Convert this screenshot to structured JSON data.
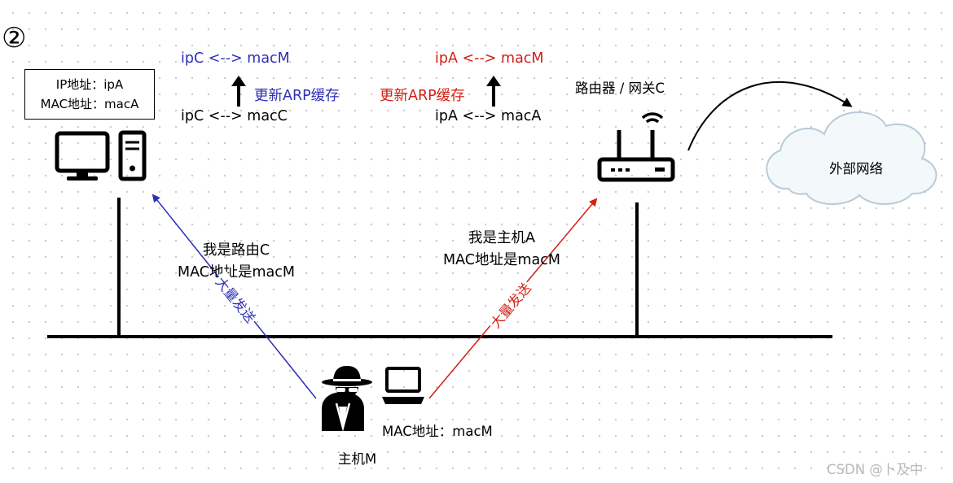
{
  "step_marker": "②",
  "host_a": {
    "info_line1": "IP地址：ipA",
    "info_line2": "MAC地址：macA"
  },
  "host_a_arp": {
    "new_entry": "ipC <--> macM",
    "update_label": "更新ARP缓存",
    "old_entry": "ipC <--> macC"
  },
  "router_arp": {
    "new_entry": "ipA <--> macM",
    "update_label": "更新ARP缓存",
    "old_entry": "ipA <--> macA"
  },
  "router": {
    "label": "路由器 / 网关C"
  },
  "cloud": {
    "label": "外部网络"
  },
  "message_to_host_a": {
    "line1": "我是路由C",
    "line2": "MAC地址是macM",
    "arrow_label": "大量发送"
  },
  "message_to_router": {
    "line1": "我是主机A",
    "line2": "MAC地址是macM",
    "arrow_label": "大量发送"
  },
  "attacker": {
    "mac_label": "MAC地址：macM",
    "name": "主机M"
  },
  "watermark": "CSDN @卜及中",
  "colors": {
    "host_a_side": "#2f2fb8",
    "router_side": "#d21f12",
    "cloud_fill": "#f3f8fb",
    "cloud_stroke": "#b9cbd8",
    "dot_grid": "#c9c9c9"
  },
  "icons": [
    "desktop-computer-icon",
    "wifi-router-icon",
    "cloud-icon",
    "spy-icon",
    "laptop-icon",
    "arrow-up-icon"
  ]
}
